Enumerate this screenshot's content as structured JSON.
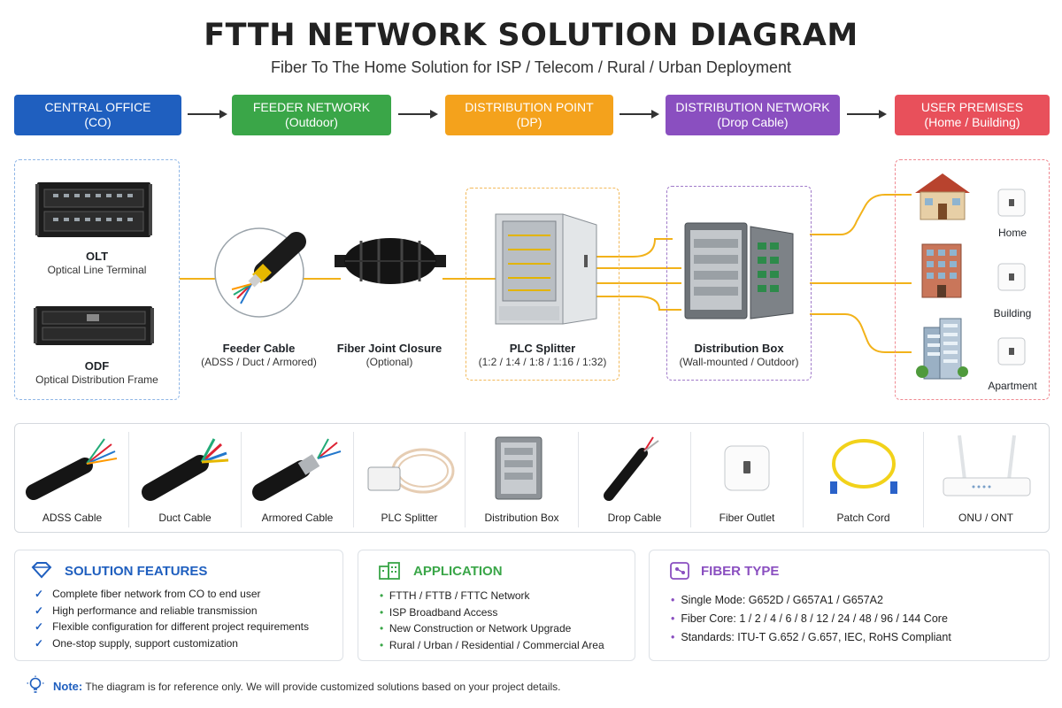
{
  "header": {
    "title": "FTTH NETWORK SOLUTION DIAGRAM",
    "subtitle": "Fiber To The Home Solution for ISP / Telecom / Rural / Urban Deployment"
  },
  "stages": [
    {
      "line1": "CENTRAL OFFICE",
      "line2": "(CO)",
      "color": "#1f5fbf"
    },
    {
      "line1": "FEEDER NETWORK",
      "line2": "(Outdoor)",
      "color": "#3aa648"
    },
    {
      "line1": "DISTRIBUTION POINT",
      "line2": "(DP)",
      "color": "#f4a21c"
    },
    {
      "line1": "DISTRIBUTION NETWORK",
      "line2": "(Drop Cable)",
      "color": "#8a4fc0"
    },
    {
      "line1": "USER PREMISES",
      "line2": "(Home / Building)",
      "color": "#e8505b"
    }
  ],
  "diagram": {
    "olt": {
      "name": "OLT",
      "desc": "Optical Line Terminal"
    },
    "odf": {
      "name": "ODF",
      "desc": "Optical Distribution Frame"
    },
    "feeder_cable": {
      "name": "Feeder Cable",
      "desc": "(ADSS / Duct / Armored)"
    },
    "joint_closure": {
      "name": "Fiber Joint Closure",
      "desc": "(Optional)"
    },
    "plc_splitter": {
      "name": "PLC Splitter",
      "desc": "(1:2 / 1:4 / 1:8 / 1:16 / 1:32)"
    },
    "distribution_box": {
      "name": "Distribution Box",
      "desc": "(Wall-mounted / Outdoor)"
    },
    "premises": [
      "Home",
      "Building",
      "Apartment"
    ]
  },
  "products": [
    "ADSS Cable",
    "Duct Cable",
    "Armored Cable",
    "PLC Splitter",
    "Distribution Box",
    "Drop Cable",
    "Fiber Outlet",
    "Patch Cord",
    "ONU / ONT"
  ],
  "features": {
    "title": "SOLUTION FEATURES",
    "items": [
      "Complete fiber network from CO to end user",
      "High performance and reliable transmission",
      "Flexible configuration for different project requirements",
      "One-stop supply, support customization"
    ]
  },
  "application": {
    "title": "APPLICATION",
    "items": [
      "FTTH / FTTB / FTTC Network",
      "ISP Broadband Access",
      "New Construction or Network Upgrade",
      "Rural / Urban / Residential / Commercial Area"
    ]
  },
  "fiber_type": {
    "title": "FIBER TYPE",
    "items": [
      "Single Mode: G652D / G657A1 / G657A2",
      "Fiber Core: 1 / 2 / 4 / 6 / 8 / 12 / 24 / 48 / 96 / 144 Core",
      "Standards: ITU-T G.652 / G.657, IEC, RoHS Compliant"
    ]
  },
  "note": {
    "label": "Note:",
    "text": "The diagram is for reference only. We will provide customized solutions based on your project details."
  }
}
